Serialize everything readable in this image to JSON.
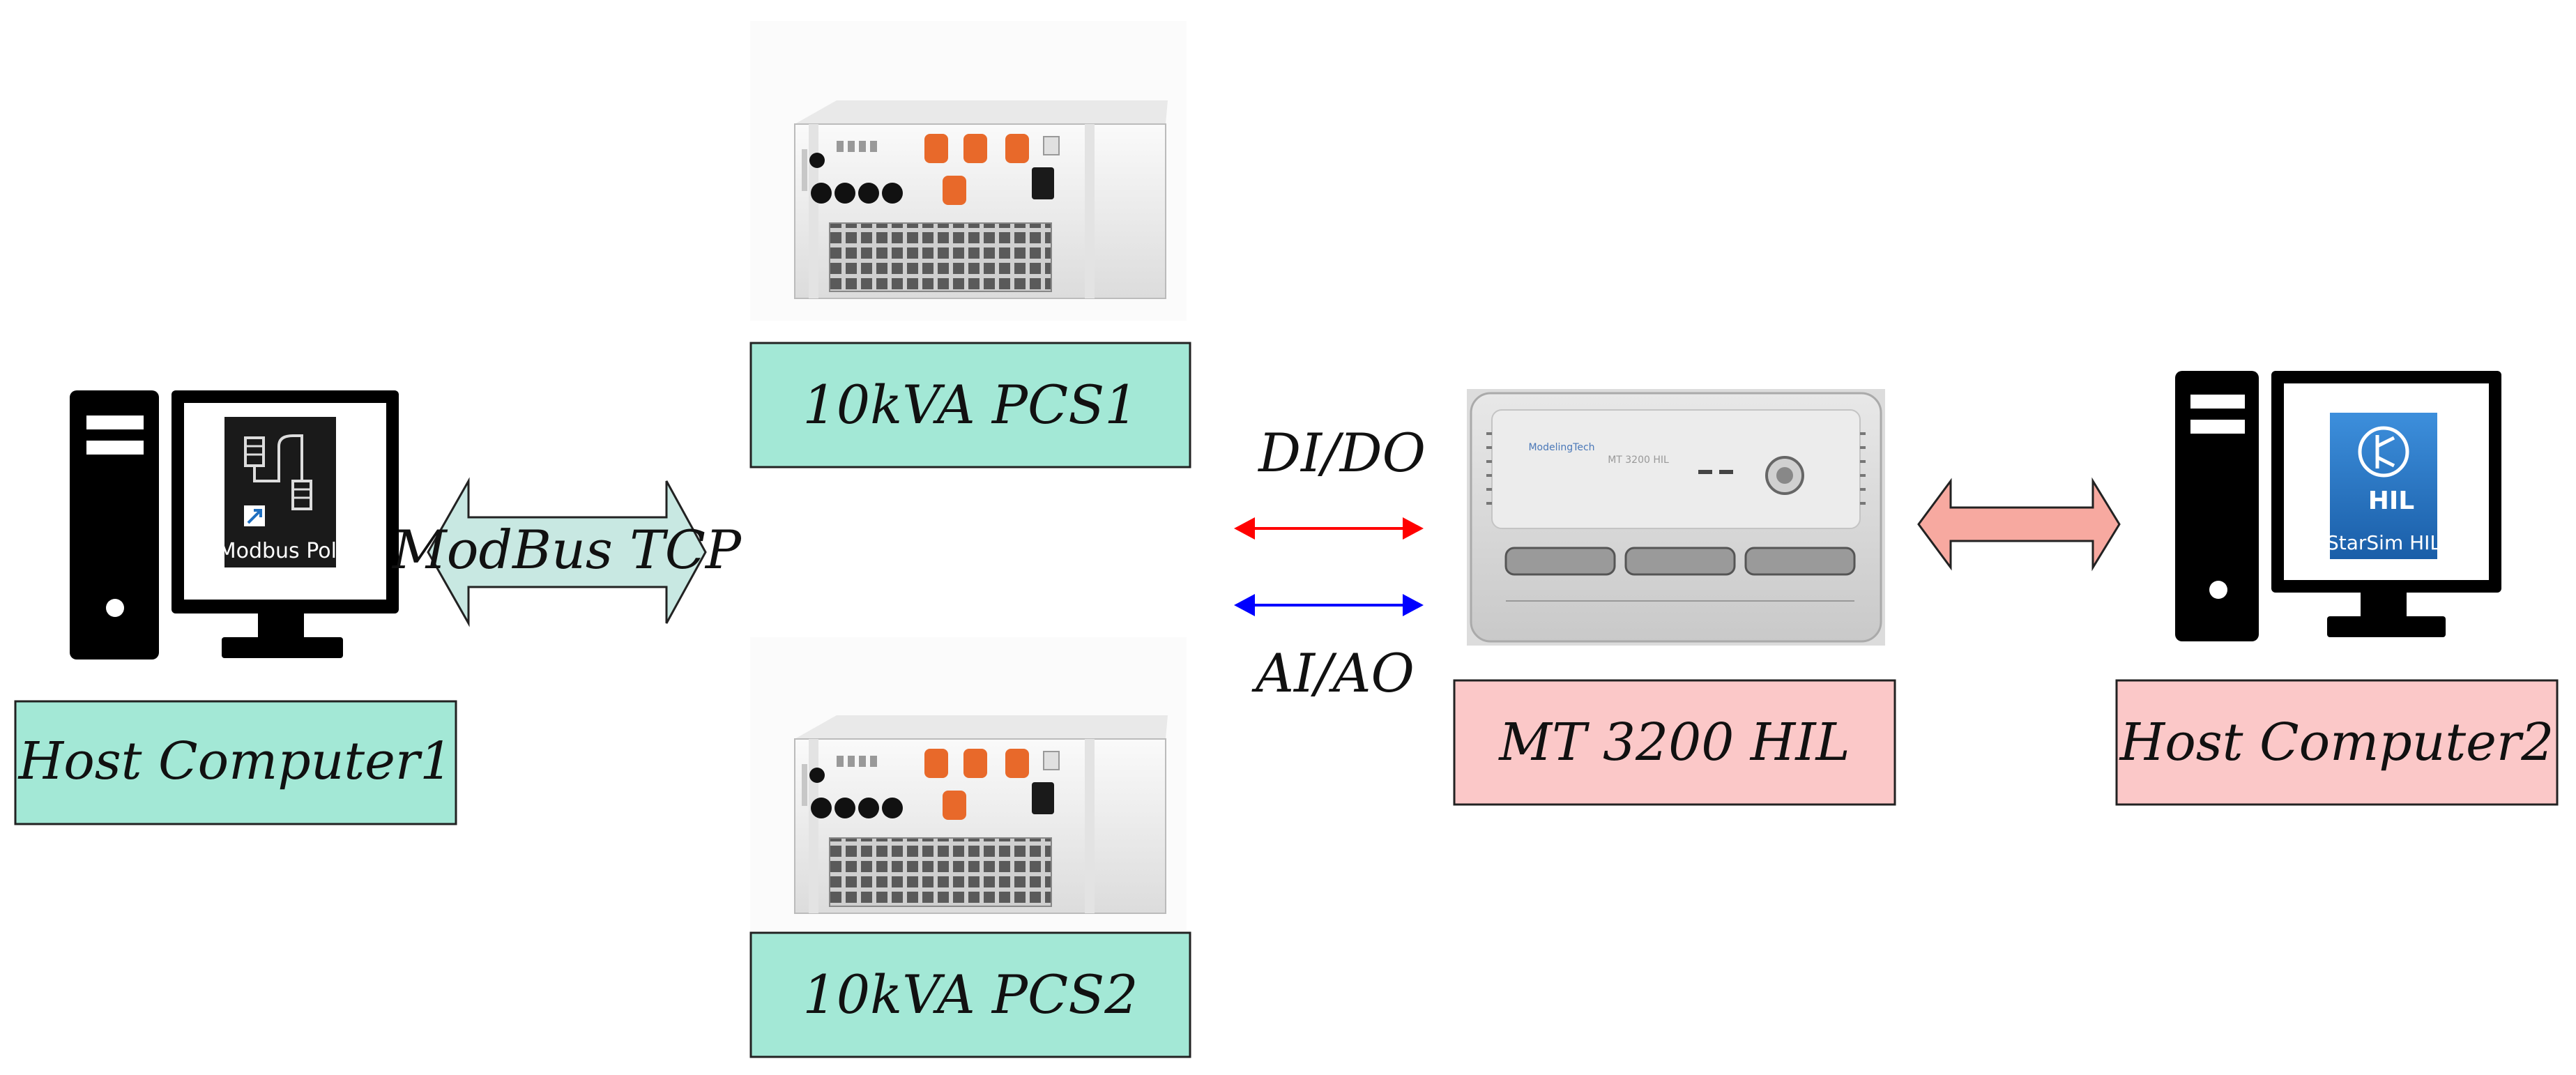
{
  "nodes": {
    "host1": {
      "label": "Host Computer1",
      "screen_icon_text": "Modbus Poll"
    },
    "pcs1": {
      "label": "10kVA PCS1"
    },
    "pcs2": {
      "label": "10kVA PCS2"
    },
    "hil": {
      "label": "MT 3200 HIL",
      "device_brand_text": "ModelingTech",
      "device_model_text": "MT 3200 HIL"
    },
    "host2": {
      "label": "Host Computer2",
      "screen_icon_text": "StarSim HIL",
      "icon_badge_text": "HIL"
    }
  },
  "links": {
    "modbus": {
      "label": "ModBus TCP"
    },
    "digital": {
      "label": "DI/DO"
    },
    "analog": {
      "label": "AI/AO"
    }
  },
  "colors": {
    "green_box": "#a3e8d6",
    "pink_box": "#fbc8c8",
    "modbus_arrow": "#c8e8e2",
    "hil_arrow": "#f7a9a0",
    "digital_line": "#ff0000",
    "analog_line": "#0000ff",
    "device_orange": "#e8692a",
    "icon_blue": "#1f6fc0"
  }
}
